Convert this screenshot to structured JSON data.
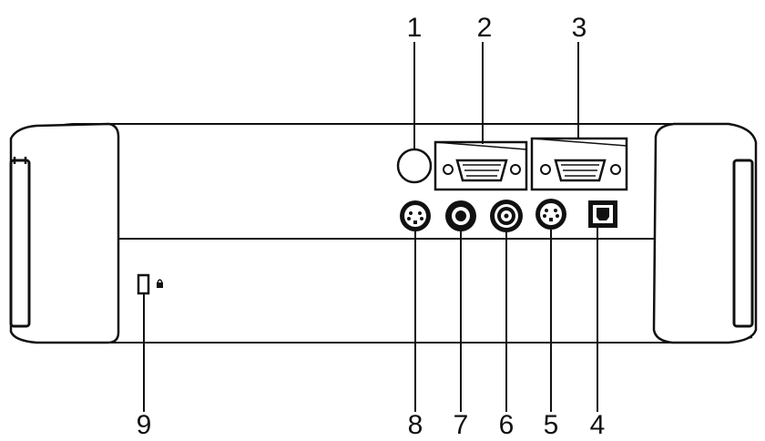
{
  "callouts": [
    {
      "id": 1,
      "label": "1"
    },
    {
      "id": 2,
      "label": "2"
    },
    {
      "id": 3,
      "label": "3"
    },
    {
      "id": 4,
      "label": "4"
    },
    {
      "id": 5,
      "label": "5"
    },
    {
      "id": 6,
      "label": "6"
    },
    {
      "id": 7,
      "label": "7"
    },
    {
      "id": 8,
      "label": "8"
    },
    {
      "id": 9,
      "label": "9"
    }
  ],
  "icons": {
    "lock_symbol": "padlock-icon"
  },
  "colors": {
    "stroke": "#111111",
    "body_fill": "#ffffff",
    "port_fill": "#111111"
  }
}
